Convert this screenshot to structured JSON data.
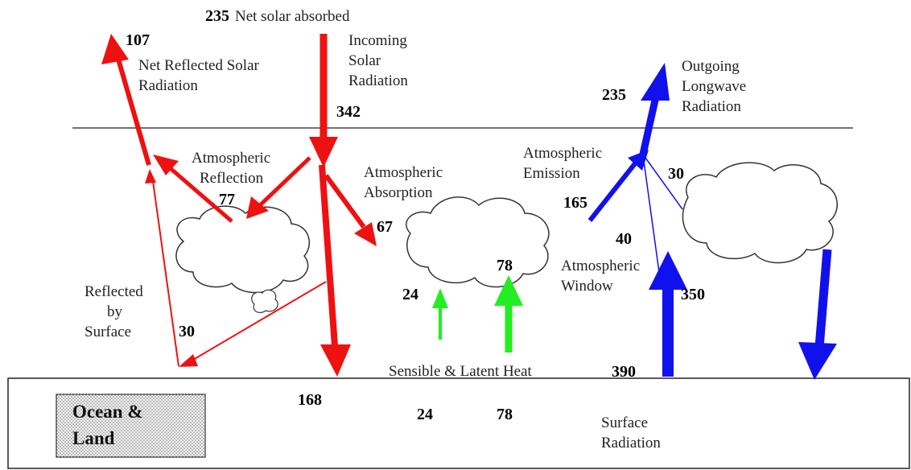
{
  "title_value": "235",
  "title_text": "Net solar absorbed",
  "incoming": {
    "lines": [
      "Incoming",
      "Solar",
      "Radiation"
    ],
    "value": "342"
  },
  "net_reflected": {
    "value": "107",
    "lines": [
      "Net Reflected Solar",
      "Radiation"
    ]
  },
  "atm_reflection": {
    "lines": [
      "Atmospheric",
      "Reflection"
    ],
    "value": "77"
  },
  "atm_absorption": {
    "lines": [
      "Atmospheric",
      "Absorption"
    ],
    "value": "67"
  },
  "reflected_surface": {
    "lines": [
      "Reflected",
      "by",
      "Surface"
    ],
    "value": "30"
  },
  "surface_absorbed": {
    "value": "168"
  },
  "sensible_heat": {
    "value": "24"
  },
  "latent_heat": {
    "value": "78"
  },
  "sensible_latent_label": "Sensible & Latent Heat",
  "surface_heat_values": [
    "24",
    "78"
  ],
  "outgoing": {
    "value": "235",
    "lines": [
      "Outgoing",
      "Longwave",
      "Radiation"
    ]
  },
  "atm_emission": {
    "lines": [
      "Atmospheric",
      "Emission"
    ],
    "value": "165",
    "cloud_value": "30"
  },
  "atm_window": {
    "lines": [
      "Atmospheric",
      "Window"
    ],
    "value": "40"
  },
  "surface_radiation": {
    "value": "390",
    "absorbed_value": "350",
    "lines": [
      "Surface",
      "Radiation"
    ]
  },
  "ground_box": {
    "lines": [
      "Ocean &",
      "Land"
    ]
  },
  "colors": {
    "solar": "#ee1111",
    "longwave": "#1111ee",
    "heat": "#22ee22",
    "line": "#444444"
  }
}
